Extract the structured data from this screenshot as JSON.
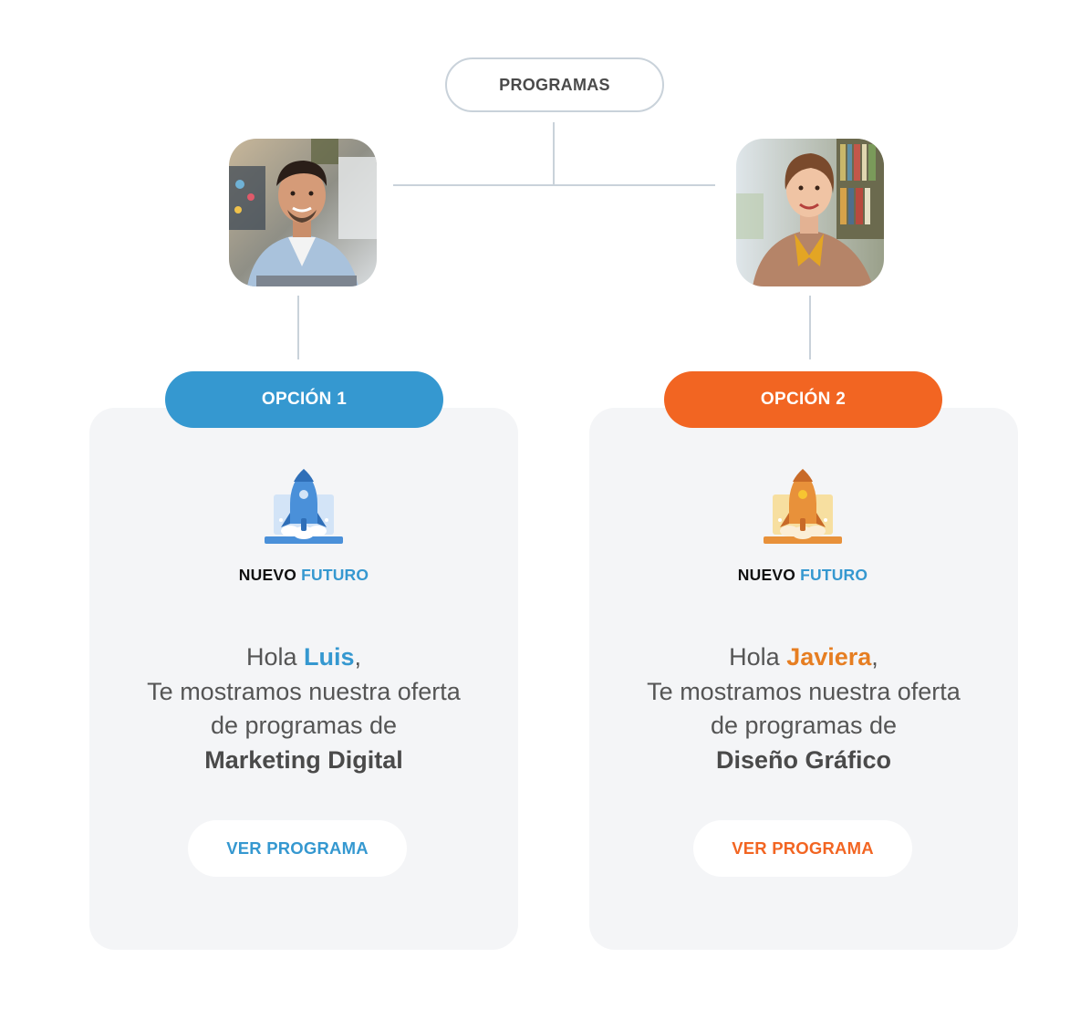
{
  "root": {
    "label": "PROGRAMAS"
  },
  "options": [
    {
      "badge": "OPCIÓN 1",
      "badge_color": "#3598d0",
      "brand": {
        "part1": "NUEVO",
        "part2": "FUTURO"
      },
      "greeting": "Hola ",
      "name": "Luis",
      "name_suffix": ",",
      "line2": "Te mostramos nuestra oferta",
      "line3": "de programas de",
      "program": "Marketing Digital",
      "cta": "VER PROGRAMA",
      "accent": "#3598d0",
      "icon": "rocket-laptop-icon"
    },
    {
      "badge": "OPCIÓN 2",
      "badge_color": "#f26522",
      "brand": {
        "part1": "NUEVO",
        "part2": "FUTURO"
      },
      "greeting": "Hola ",
      "name": "Javiera",
      "name_suffix": ",",
      "line2": "Te mostramos nuestra oferta",
      "line3": "de programas de",
      "program": "Diseño Gráfico",
      "cta": "VER PROGRAMA",
      "accent": "#f26522",
      "icon": "rocket-laptop-icon"
    }
  ]
}
